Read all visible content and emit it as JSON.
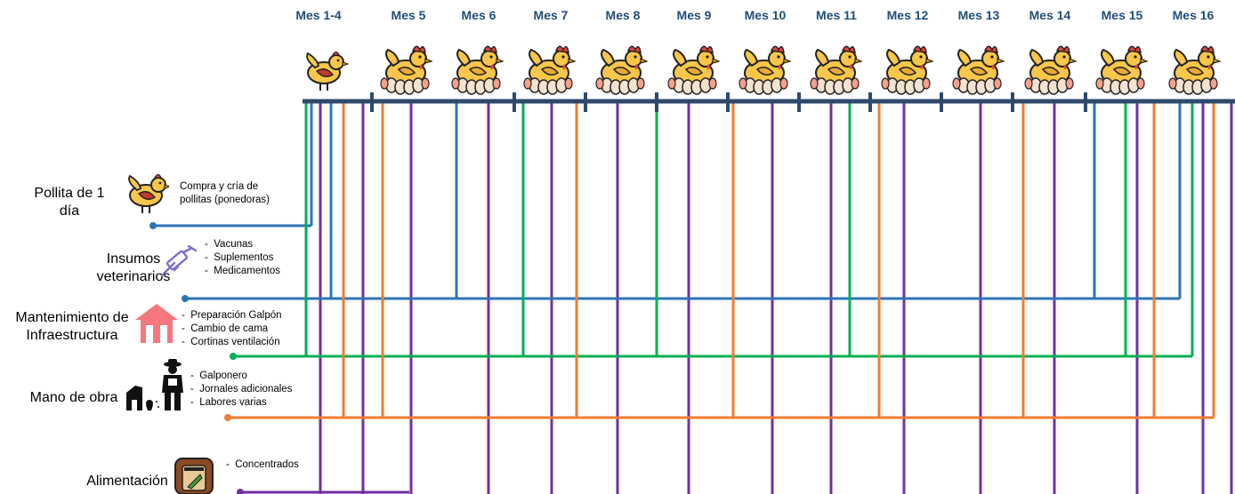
{
  "months": [
    "Mes 1-4",
    "Mes 5",
    "Mes 6",
    "Mes 7",
    "Mes 8",
    "Mes 9",
    "Mes 10",
    "Mes 11",
    "Mes 12",
    "Mes 13",
    "Mes 14",
    "Mes 15",
    "Mes 16"
  ],
  "colors": {
    "timeline": "#2e4a6b",
    "blue": "#2e75b6",
    "green": "#00b050",
    "orange": "#ed7d31",
    "purple": "#7030a0",
    "month_text": "#1f4e79"
  },
  "categories": [
    {
      "id": "pollita",
      "label": [
        "Pollita de 1",
        "día"
      ],
      "icon": "chick-icon",
      "items": [
        "Compra y cría de",
        "pollitas (ponedoras)"
      ],
      "color": "#2e75b6"
    },
    {
      "id": "insumos",
      "label": [
        "Insumos",
        "veterinarios"
      ],
      "icon": "syringe-icon",
      "items": [
        "Vacunas",
        "Suplementos",
        "Medicamentos"
      ],
      "color": "#2e75b6"
    },
    {
      "id": "mantenimiento",
      "label": [
        "Mantenimiento de",
        "Infraestructura"
      ],
      "icon": "barn-icon",
      "items": [
        "Preparación Galpón",
        "Cambio de cama",
        "Cortinas ventilación"
      ],
      "color": "#00b050"
    },
    {
      "id": "mano",
      "label": [
        "Mano de obra"
      ],
      "icon": "farmer-icon",
      "items": [
        "Galponero",
        "Jornales adicionales",
        "Labores varias"
      ],
      "color": "#ed7d31"
    },
    {
      "id": "alimentacion",
      "label": [
        "Alimentación"
      ],
      "icon": "feed-sack-icon",
      "items": [
        "Concentrados"
      ],
      "color": "#7030a0"
    }
  ]
}
